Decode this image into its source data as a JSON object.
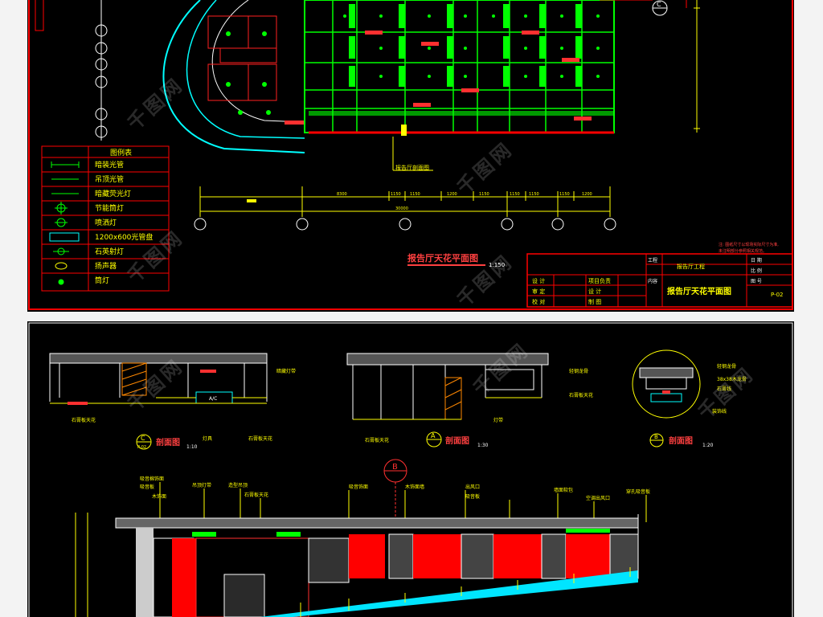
{
  "sheet_top": {
    "legend": {
      "title": "图例表",
      "items": [
        {
          "label": "暗装光管"
        },
        {
          "label": "吊顶光管"
        },
        {
          "label": "暗藏荧光灯"
        },
        {
          "label": "节能筒灯"
        },
        {
          "label": "喷洒灯"
        },
        {
          "label": "1200x600光管盘"
        },
        {
          "label": "石英射灯"
        },
        {
          "label": "扬声器"
        },
        {
          "label": "筒灯"
        }
      ]
    },
    "plan_title": "报告厅天花平面图",
    "plan_scale": "1:150",
    "callout_C": "C",
    "callout_C_sheet": "P-02",
    "section_label": "报告厅剖面图",
    "dims_top": [
      "8300",
      "1150",
      "1150",
      "1200",
      "1150",
      "1150",
      "1150",
      "1150",
      "1200"
    ],
    "dim_total": "30000",
    "notes": [
      "注: 图纸尺寸以现场实际尺寸为准,",
      "未注明部分参照相关规范。"
    ],
    "title_block": {
      "project_label": "工程",
      "project_name": "报告厅工程",
      "content_label": "内容",
      "drawing_name": "报告厅天花平面图",
      "drawing_no": "P-02",
      "rows": [
        "设 计",
        "审 定",
        "校 对",
        "项目负责",
        "设 计",
        "制 图"
      ],
      "side": [
        "日 期",
        "比 例",
        "图 号"
      ]
    }
  },
  "sheet_bottom": {
    "section_C": {
      "letter": "C",
      "sheet": "P-02",
      "title": "剖面图",
      "scale": "1:10"
    },
    "section_A": {
      "letter": "A",
      "title": "剖面图",
      "scale": "1:30"
    },
    "section_B": {
      "letter": "B",
      "title": "剖面图",
      "scale": "1:20"
    },
    "callout_B": "B",
    "labels_C": [
      "石膏板天花",
      "灯具",
      "A/C",
      "石膏板天花",
      "暗藏灯带"
    ],
    "labels_A": [
      "轻钢龙骨",
      "石膏板天花",
      "石膏板天花",
      "灯带"
    ],
    "labels_B": [
      "轻钢龙骨",
      "38x38木龙骨",
      "石膏线",
      "装饰线"
    ],
    "elevation_labels": [
      "吸音棉饰面",
      "吸音板",
      "木饰面",
      "吊顶灯带",
      "造型吊顶",
      "石膏板天花",
      "吸音饰面",
      "木饰面墙",
      "出风口",
      "吸音板",
      "墙面软包",
      "空调出风口",
      "穿孔吸音板"
    ]
  },
  "watermark": "千图网",
  "colors": {
    "background": "#000000",
    "frame": "#ff0000",
    "dimension": "#ffff00",
    "ceiling_grid": "#00ff00",
    "text_cyan": "#00ffff",
    "panel_red": "#ff0000",
    "ramp_cyan": "#00e5ff"
  }
}
